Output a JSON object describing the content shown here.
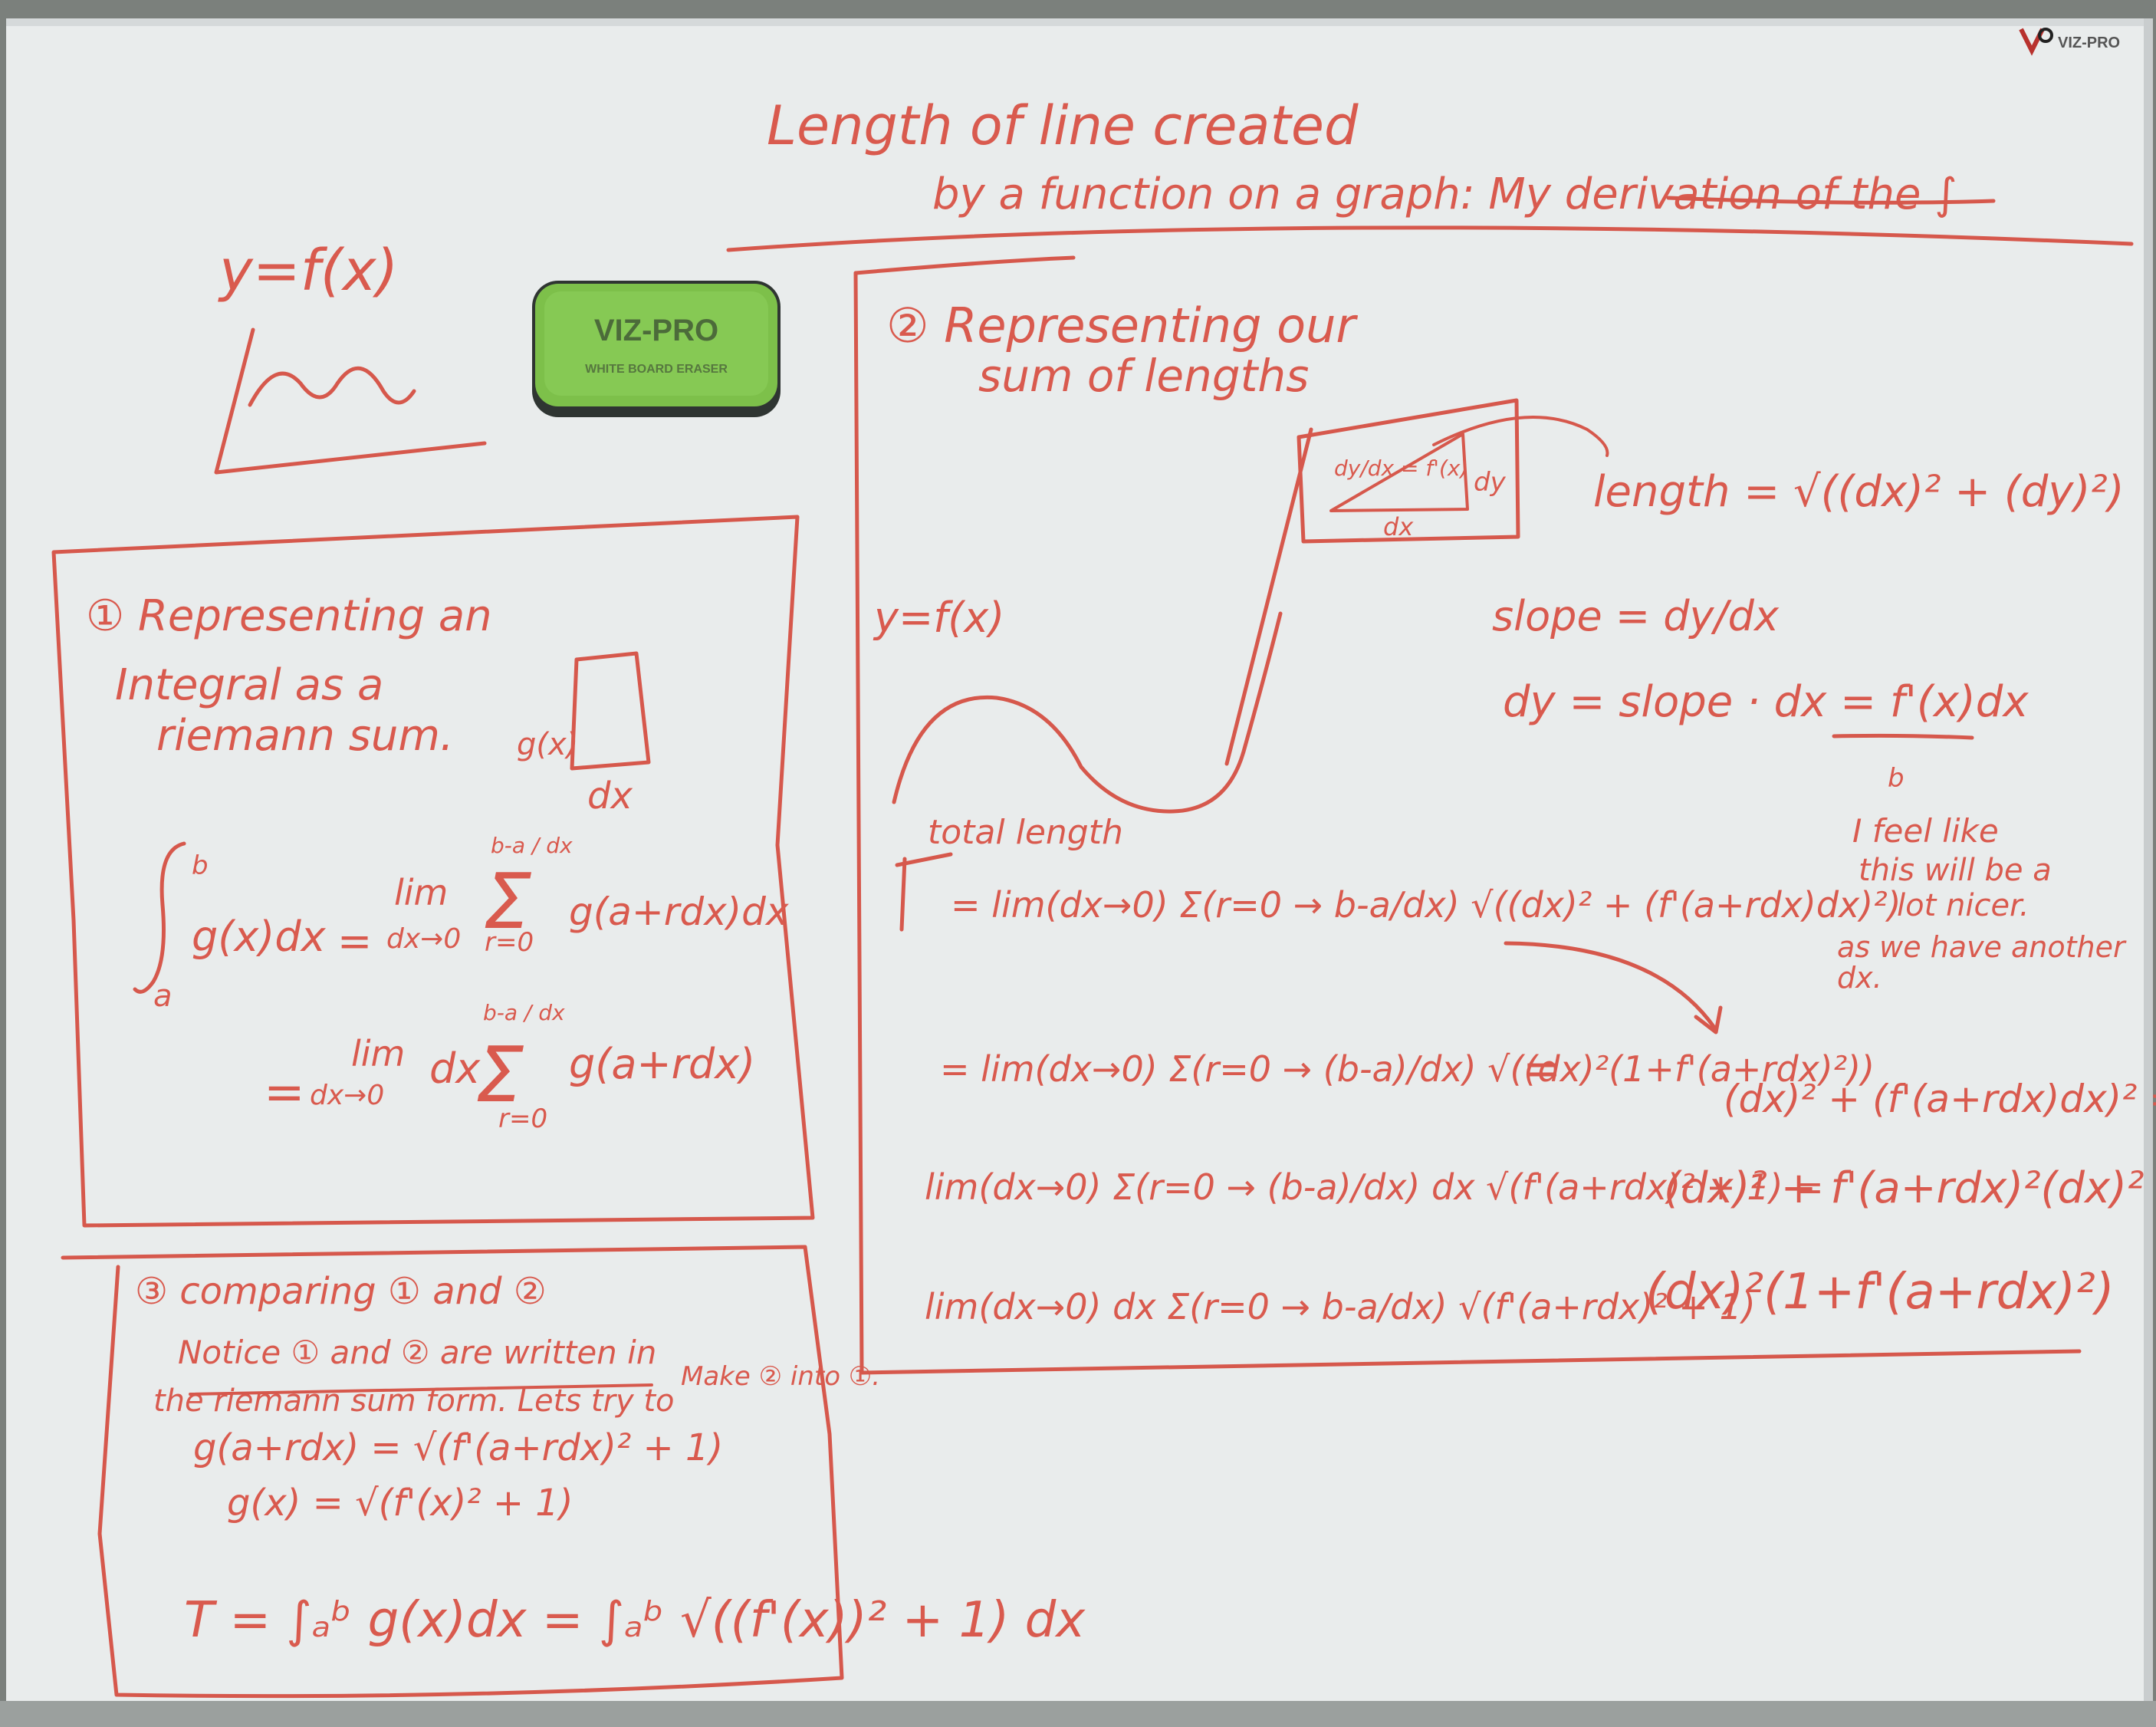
{
  "brand": {
    "corner_logo": "VIZ-PRO",
    "eraser_brand": "VIZ-PRO",
    "eraser_subtitle": "WHITE BOARD ERASER"
  },
  "title": {
    "line1": "Length of line created",
    "line2": "by a function on a graph: My derivation of the ∫"
  },
  "top_left": {
    "function_label": "y=f(x)"
  },
  "section1": {
    "heading_line1": "① Representing an",
    "heading_line2": "Integral as a",
    "heading_line3": "riemann sum.",
    "strip_height_label": "g(x)",
    "strip_width_label": "dx",
    "integral_upper": "b",
    "integral_lower": "a",
    "integrand": "g(x)dx",
    "eq1_equals": "=",
    "lim": "lim",
    "lim_sub": "dx→0",
    "sum_upper": "b-a / dx",
    "sum_lower": "r=0",
    "eq1_rhs": "g(a+rdx)dx",
    "eq2_prefix": "=",
    "eq2_dx": "dx",
    "eq2_rhs": "g(a+rdx)"
  },
  "section2": {
    "heading_line1": "② Representing our",
    "heading_line2": "sum of lengths",
    "curve_label": "y=f(x)",
    "inset_slope": "dy/dx = f'(x)",
    "inset_dy": "dy",
    "inset_dx": "dx",
    "length_eq": "length = √((dx)² + (dy)²)",
    "slope_eq": "slope = dy/dx",
    "dy_eq": "dy = slope · dx = f'(x)dx",
    "total_label": "total length",
    "T": "T",
    "eq_T": "= lim(dx→0) Σ(r=0 → b-a/dx) √((dx)² + (f'(a+rdx)dx)²)",
    "eq_a": "= lim(dx→0) Σ(r=0 → (b-a)/dx) √((dx)²(1+f'(a+rdx)²))",
    "eq_a_tail": "=",
    "eq_b": "lim(dx→0) Σ(r=0 → (b-a)/dx) dx √(f'(a+rdx)² + 1) =",
    "eq_c": "lim(dx→0) dx Σ(r=0 → b-a/dx) √(f'(a+rdx)² + 1)",
    "note": [
      "I feel like",
      "this will be a",
      "lot nicer.",
      "as we have another",
      "dx."
    ],
    "note_mark": "b",
    "expand1": "(dx)² + (f'(a+rdx)dx)² =",
    "expand2": "(dx)² + f'(a+rdx)²(dx)² =",
    "expand3": "(dx)²(1+f'(a+rdx)²)"
  },
  "section3": {
    "heading": "③ comparing ① and ②",
    "notice_line1": "Notice ① and ② are written in",
    "notice_line2": "the riemann sum form. Lets try to",
    "make_note": "Make ② into ①.",
    "g_eq1": "g(a+rdx) = √(f'(a+rdx)² + 1)",
    "g_eq2": "g(x) = √(f'(x)² + 1)",
    "T_eq": "T = ∫ₐᵇ g(x)dx = ∫ₐᵇ √((f'(x))² + 1) dx",
    "upper": "b",
    "lower": "a"
  }
}
